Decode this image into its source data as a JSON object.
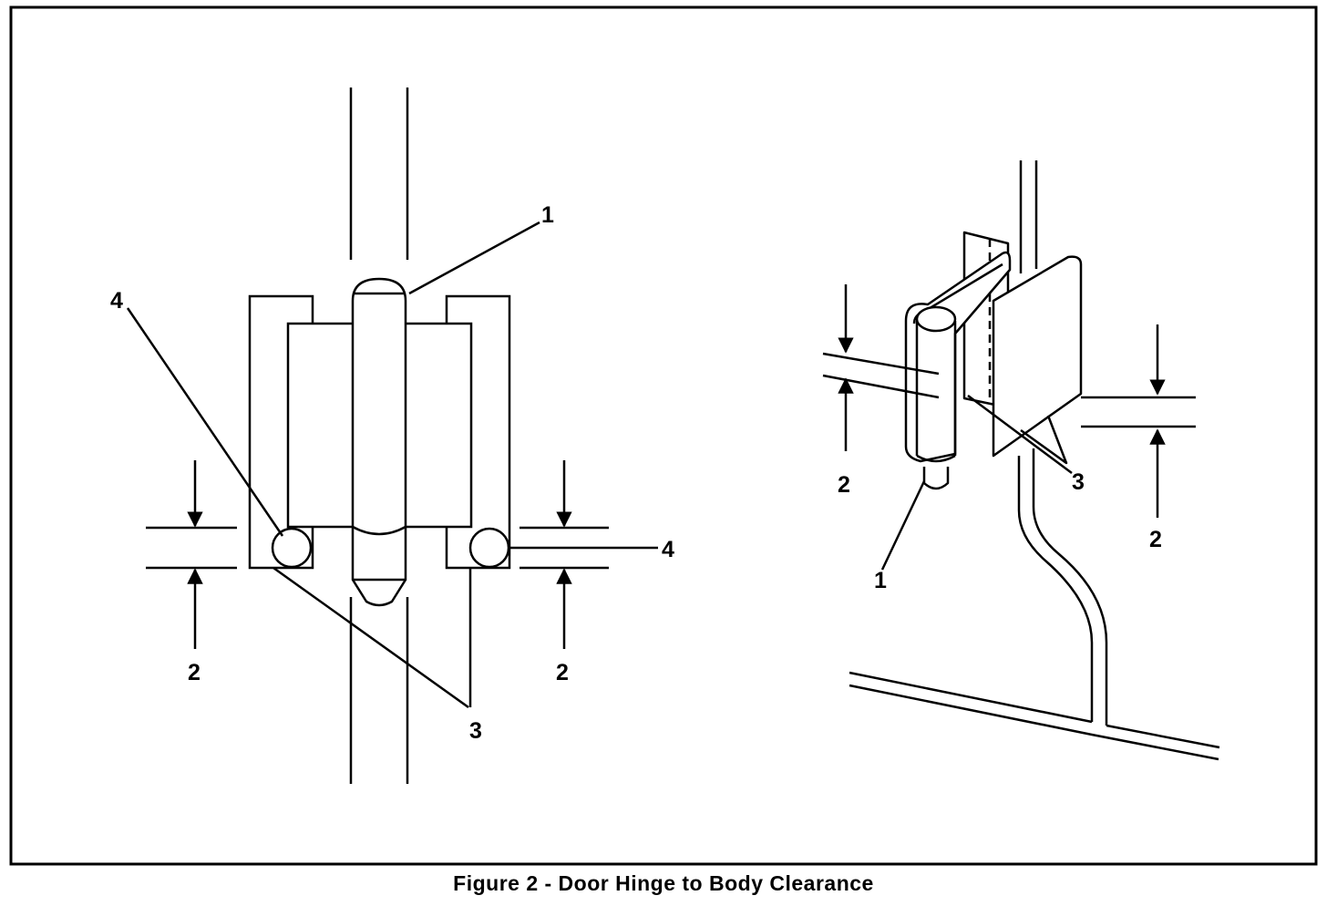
{
  "figure": {
    "caption": "Figure 2 - Door Hinge to Body Clearance",
    "ink_color": "#000000",
    "background_color": "#ffffff"
  },
  "left_view": {
    "callouts": [
      "1",
      "4",
      "4",
      "2",
      "2",
      "3"
    ]
  },
  "right_view": {
    "callouts": [
      "2",
      "1",
      "3",
      "2"
    ]
  }
}
